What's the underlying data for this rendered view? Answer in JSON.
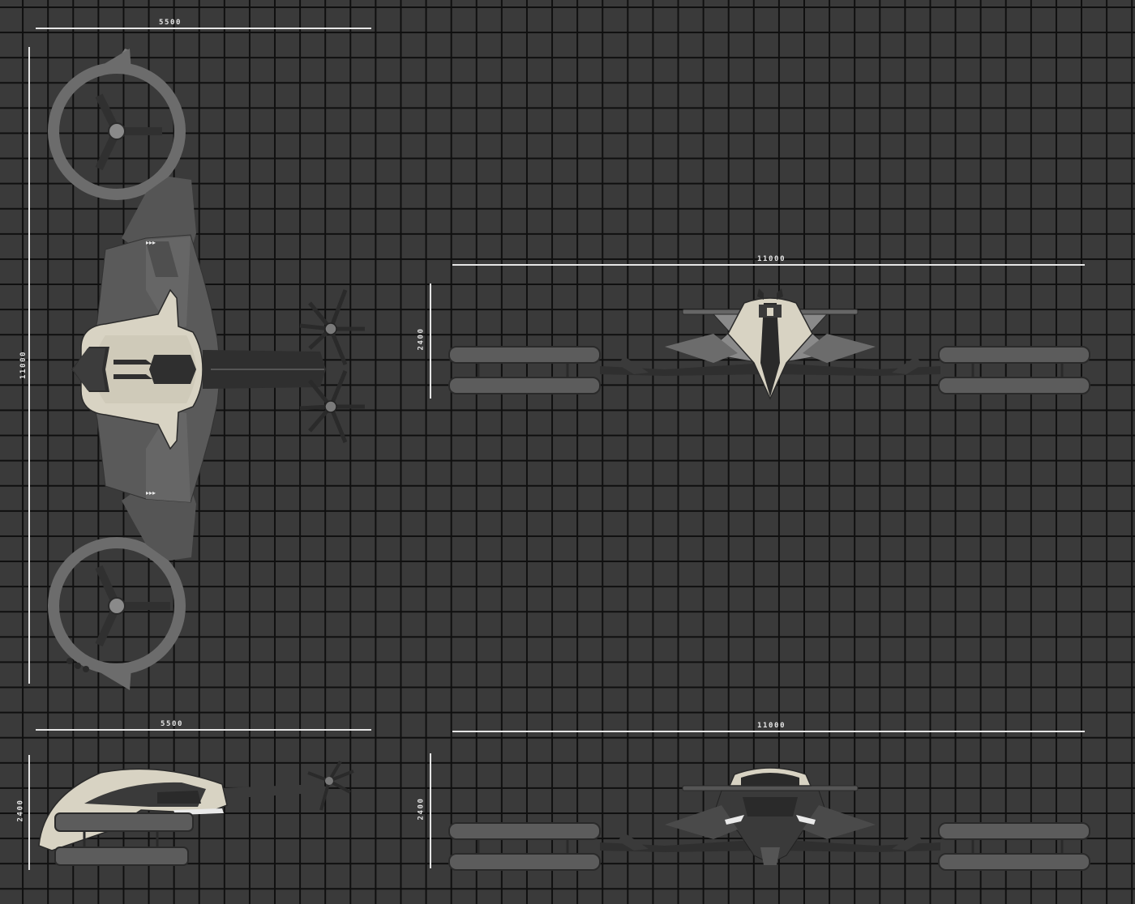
{
  "dimensions": {
    "top_view_width": "5500",
    "top_view_length": "11000",
    "front_view_width": "11000",
    "front_view_height": "2400",
    "side_view_length": "5500",
    "side_view_height": "2400",
    "rear_view_width": "11000",
    "rear_view_height": "2400"
  },
  "colors": {
    "background": "#3a3a3a",
    "grid_line": "#0f0f0f",
    "dimension_line": "#e6e6e6",
    "body_cream": "#d8d3c3",
    "body_dark": "#4a4a4a",
    "body_mid": "#6a6a6a"
  }
}
